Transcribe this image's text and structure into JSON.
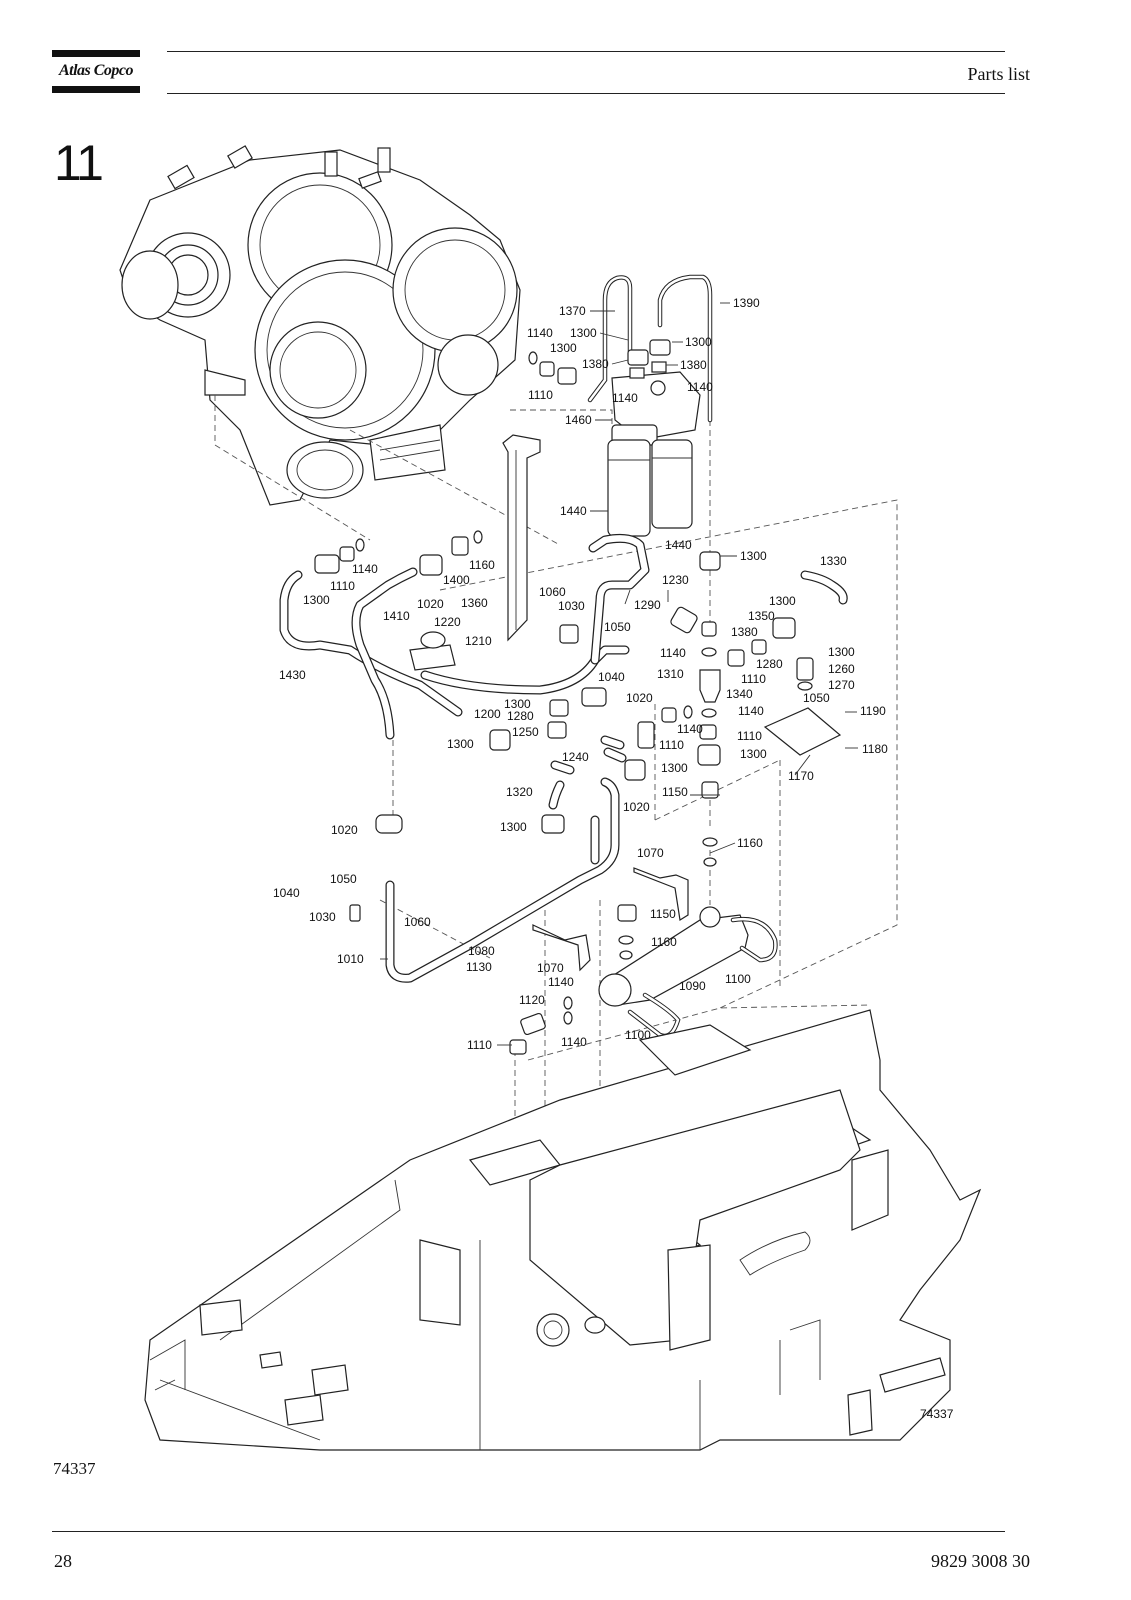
{
  "header": {
    "brand": "Atlas Copco",
    "title": "Parts list"
  },
  "section": {
    "number": "11"
  },
  "figure": {
    "id_left": "74337",
    "id_inset": "74337",
    "callouts": [
      {
        "text": "1370"
      },
      {
        "text": "1390"
      },
      {
        "text": "1140"
      },
      {
        "text": "1300"
      },
      {
        "text": "1300"
      },
      {
        "text": "1300"
      },
      {
        "text": "1380"
      },
      {
        "text": "1380"
      },
      {
        "text": "1140"
      },
      {
        "text": "1110"
      },
      {
        "text": "1140"
      },
      {
        "text": "1460"
      },
      {
        "text": "1440"
      },
      {
        "text": "1440"
      },
      {
        "text": "1300"
      },
      {
        "text": "1330"
      },
      {
        "text": "1140"
      },
      {
        "text": "1160"
      },
      {
        "text": "1110"
      },
      {
        "text": "1300"
      },
      {
        "text": "1400"
      },
      {
        "text": "1020"
      },
      {
        "text": "1410"
      },
      {
        "text": "1360"
      },
      {
        "text": "1060"
      },
      {
        "text": "1030"
      },
      {
        "text": "1050"
      },
      {
        "text": "1230"
      },
      {
        "text": "1290"
      },
      {
        "text": "1300"
      },
      {
        "text": "1350"
      },
      {
        "text": "1220"
      },
      {
        "text": "1210"
      },
      {
        "text": "1380"
      },
      {
        "text": "1140"
      },
      {
        "text": "1280"
      },
      {
        "text": "1300"
      },
      {
        "text": "1260"
      },
      {
        "text": "1430"
      },
      {
        "text": "1040"
      },
      {
        "text": "1310"
      },
      {
        "text": "1110"
      },
      {
        "text": "1270"
      },
      {
        "text": "1020"
      },
      {
        "text": "1340"
      },
      {
        "text": "1300"
      },
      {
        "text": "1280"
      },
      {
        "text": "1200"
      },
      {
        "text": "1050"
      },
      {
        "text": "1140"
      },
      {
        "text": "1190"
      },
      {
        "text": "1250"
      },
      {
        "text": "1140"
      },
      {
        "text": "1110"
      },
      {
        "text": "1300"
      },
      {
        "text": "1110"
      },
      {
        "text": "1180"
      },
      {
        "text": "1240"
      },
      {
        "text": "1300"
      },
      {
        "text": "1300"
      },
      {
        "text": "1170"
      },
      {
        "text": "1320"
      },
      {
        "text": "1150"
      },
      {
        "text": "1020"
      },
      {
        "text": "1020"
      },
      {
        "text": "1300"
      },
      {
        "text": "1160"
      },
      {
        "text": "1070"
      },
      {
        "text": "1050"
      },
      {
        "text": "1040"
      },
      {
        "text": "1030"
      },
      {
        "text": "1150"
      },
      {
        "text": "1060"
      },
      {
        "text": "1160"
      },
      {
        "text": "1080"
      },
      {
        "text": "1010"
      },
      {
        "text": "1130"
      },
      {
        "text": "1070"
      },
      {
        "text": "1140"
      },
      {
        "text": "1090"
      },
      {
        "text": "1100"
      },
      {
        "text": "1120"
      },
      {
        "text": "1100"
      },
      {
        "text": "1140"
      },
      {
        "text": "1110"
      }
    ]
  },
  "footer": {
    "page_number": "28",
    "doc_number": "9829 3008 30"
  }
}
